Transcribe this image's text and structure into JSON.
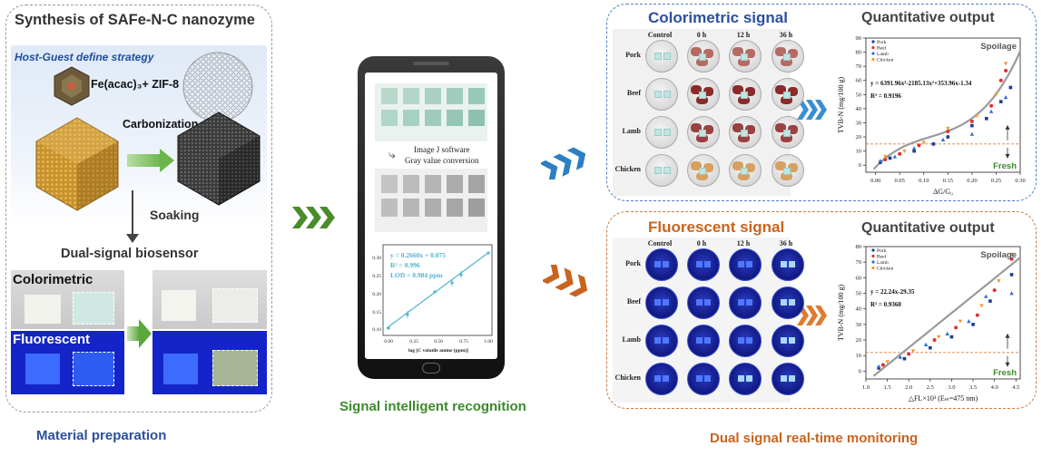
{
  "left": {
    "title": "Synthesis of SAFe-N-C nanozyme",
    "strategy": "Host-Guest define strategy",
    "formula": "Fe(acac)₃+ ZIF-8",
    "carbonization": "Carbonization",
    "soaking": "Soaking",
    "sensor_title": "Dual-signal biosensor",
    "colorimetric": "Colorimetric",
    "fluorescent": "Fluorescent",
    "caption": "Material preparation"
  },
  "middle": {
    "image_j": "Image J software",
    "gray": "Gray value conversion",
    "equation": "y = 0.2660x + 0.075",
    "r2": "R² = 0.996",
    "lod": "LOD = 0.984 ppm",
    "xlabel": "log [C volatile amine (ppm)]",
    "yticks": [
      "0.30",
      "0.25",
      "0.20",
      "0.15",
      "0.10"
    ],
    "xticks": [
      "0.00",
      "0.25",
      "0.50",
      "0.75",
      "1.00"
    ],
    "caption": "Signal intelligent recognition"
  },
  "top_right": {
    "title": "Colorimetric signal",
    "quant_title": "Quantitative output",
    "cols": [
      "Control",
      "0 h",
      "12 h",
      "36 h"
    ],
    "rows": [
      "Pork",
      "Beef",
      "Lamb",
      "Chicken"
    ]
  },
  "bottom_right": {
    "title": "Fluorescent signal",
    "quant_title": "Quantitative output",
    "cols": [
      "Control",
      "0 h",
      "12 h",
      "36 h"
    ],
    "rows": [
      "Pork",
      "Beef",
      "Lamb",
      "Chicken"
    ],
    "caption": "Dual signal real-time monitoring"
  },
  "colors": {
    "blue_title": "#2c4f9e",
    "green": "#3b8a2c",
    "orange": "#c8641e",
    "spoilage": "#555",
    "fresh": "#3b8a2c"
  },
  "chart_data": [
    {
      "type": "scatter",
      "title": "",
      "xlabel": "ΔG/G₀",
      "ylabel": "TVB-N (mg/100 g)",
      "xlim": [
        -0.02,
        0.3
      ],
      "ylim": [
        -5,
        90
      ],
      "xticks": [
        "0.00",
        "0.05",
        "0.10",
        "0.15",
        "0.20",
        "0.25",
        "0.30"
      ],
      "yticks": [
        "0",
        "10",
        "20",
        "30",
        "40",
        "50",
        "60",
        "70",
        "80",
        "90"
      ],
      "equation": "y = 6391.96x³-2185.13x²+353.96x-1.34",
      "r2": "R² = 0.9196",
      "spoilage_label": "Spoilage",
      "fresh_label": "Fresh",
      "threshold": 15,
      "series": [
        {
          "name": "Pork",
          "color": "#1f3b8f",
          "marker": "square",
          "x": [
            0.01,
            0.03,
            0.08,
            0.12,
            0.15,
            0.2,
            0.23,
            0.26,
            0.28
          ],
          "y": [
            2,
            5,
            10,
            15,
            20,
            28,
            33,
            45,
            55
          ]
        },
        {
          "name": "Beef",
          "color": "#e03030",
          "marker": "circle",
          "x": [
            0.02,
            0.05,
            0.09,
            0.15,
            0.2,
            0.24,
            0.26,
            0.27
          ],
          "y": [
            4,
            8,
            14,
            24,
            31,
            42,
            60,
            67
          ]
        },
        {
          "name": "Lamb",
          "color": "#2b6fd6",
          "marker": "triangle",
          "x": [
            0.01,
            0.04,
            0.08,
            0.14,
            0.2,
            0.24,
            0.27
          ],
          "y": [
            3,
            6,
            12,
            18,
            22,
            38,
            48
          ]
        },
        {
          "name": "Chicken",
          "color": "#f09a30",
          "marker": "tri-down",
          "x": [
            0.02,
            0.06,
            0.1,
            0.15,
            0.21,
            0.25,
            0.27
          ],
          "y": [
            6,
            10,
            16,
            26,
            35,
            50,
            72
          ]
        }
      ]
    },
    {
      "type": "scatter",
      "title": "",
      "xlabel": "△FL×10³ (Eₘ=475 nm)",
      "ylabel": "TVB-N (mg/100 g)",
      "xlim": [
        1.0,
        4.6
      ],
      "ylim": [
        -5,
        80
      ],
      "xticks": [
        "1.0",
        "1.5",
        "2.0",
        "2.5",
        "3.0",
        "3.5",
        "4.0",
        "4.5"
      ],
      "yticks": [
        "0",
        "10",
        "20",
        "30",
        "40",
        "50",
        "60",
        "70",
        "80"
      ],
      "equation": "y = 22.24x-29.35",
      "r2": "R² = 0.9360",
      "spoilage_label": "Spoilage",
      "fresh_label": "Fresh",
      "threshold": 12,
      "series": [
        {
          "name": "Pork",
          "color": "#1f3b8f",
          "marker": "square",
          "x": [
            1.3,
            1.9,
            2.5,
            3.0,
            3.5,
            3.9,
            4.4
          ],
          "y": [
            2,
            8,
            15,
            22,
            30,
            45,
            62
          ]
        },
        {
          "name": "Beef",
          "color": "#e03030",
          "marker": "circle",
          "x": [
            1.4,
            2.0,
            2.6,
            3.1,
            3.6,
            4.0,
            4.4
          ],
          "y": [
            4,
            11,
            20,
            28,
            36,
            52,
            72
          ]
        },
        {
          "name": "Lamb",
          "color": "#2b6fd6",
          "marker": "triangle",
          "x": [
            1.3,
            1.8,
            2.4,
            2.9,
            3.4,
            3.8,
            4.4
          ],
          "y": [
            3,
            9,
            17,
            24,
            32,
            48,
            50
          ]
        },
        {
          "name": "Chicken",
          "color": "#f09a30",
          "marker": "tri-down",
          "x": [
            1.5,
            2.1,
            2.7,
            3.2,
            3.7,
            4.1,
            4.4
          ],
          "y": [
            6,
            13,
            22,
            32,
            42,
            58,
            75
          ]
        }
      ]
    }
  ]
}
